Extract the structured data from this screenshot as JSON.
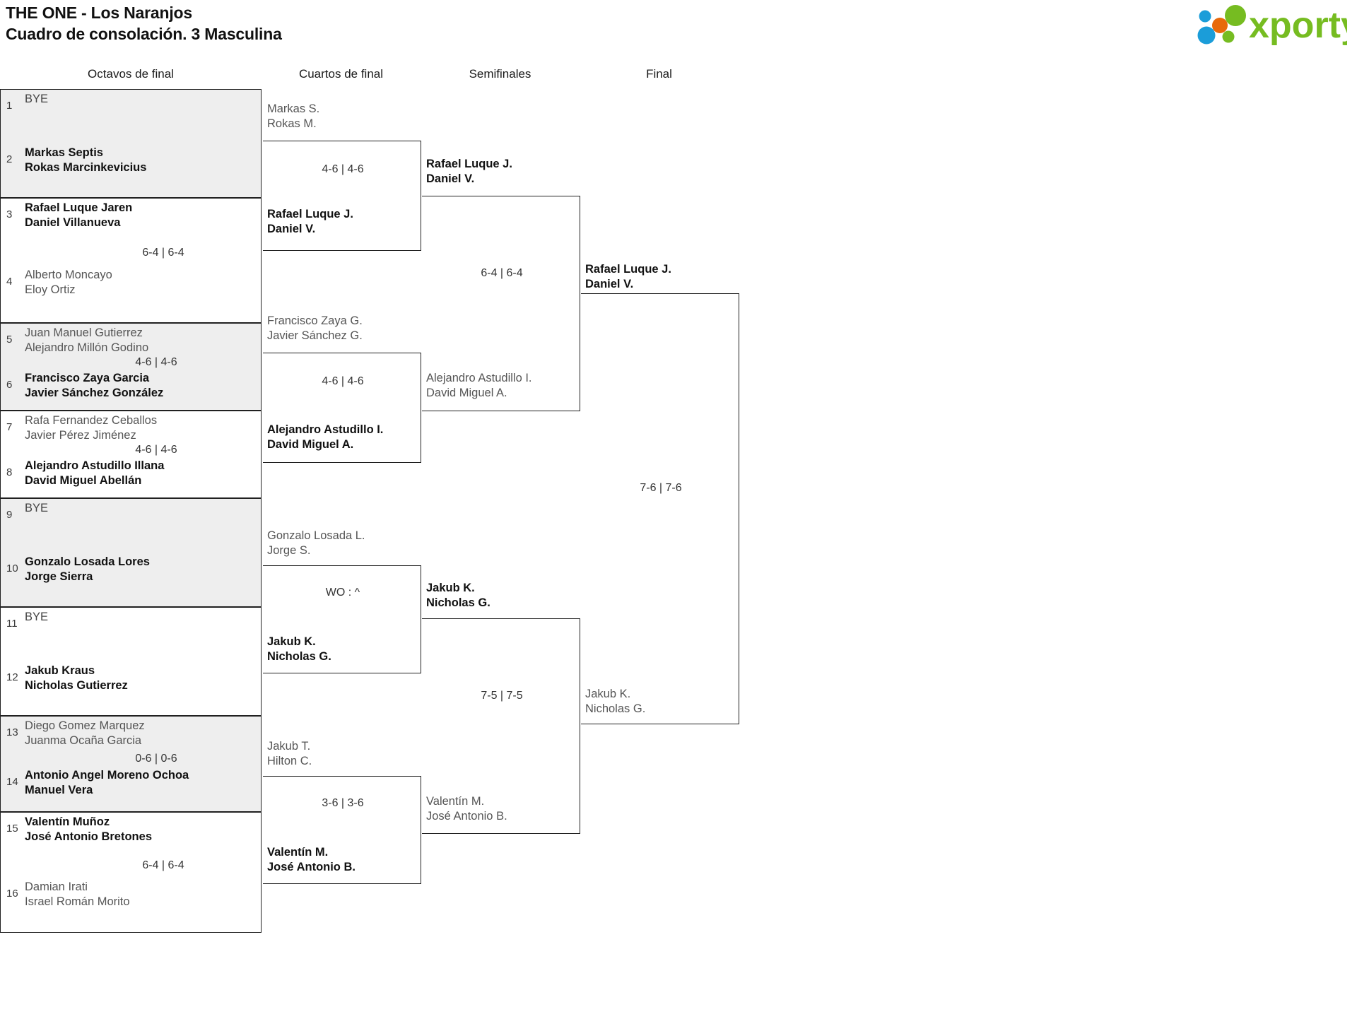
{
  "header": {
    "title_line1": "THE ONE - Los Naranjos",
    "title_line2": "Cuadro de consolación. 3 Masculina",
    "logo_text": "xporty",
    "logo_colors": {
      "green": "#76bc21",
      "blue": "#1b9dd9",
      "orange": "#e8690b"
    }
  },
  "rounds": [
    {
      "key": "r16",
      "label": "Octavos de final"
    },
    {
      "key": "qf",
      "label": "Cuartos de final"
    },
    {
      "key": "sf",
      "label": "Semifinales"
    },
    {
      "key": "f",
      "label": "Final"
    }
  ],
  "round1": {
    "matches": [
      {
        "shade": true,
        "top": {
          "seed": "1",
          "lines": [
            "BYE"
          ],
          "state": "bye"
        },
        "bottom": {
          "seed": "2",
          "lines": [
            "Markas Septis",
            "Rokas Marcinkevicius"
          ],
          "state": "win"
        },
        "score": ""
      },
      {
        "shade": false,
        "top": {
          "seed": "3",
          "lines": [
            "Rafael Luque Jaren",
            "Daniel Villanueva"
          ],
          "state": "win"
        },
        "bottom": {
          "seed": "4",
          "lines": [
            "Alberto Moncayo",
            "Eloy Ortiz"
          ],
          "state": "lose"
        },
        "score": "6-4 | 6-4"
      },
      {
        "shade": true,
        "top": {
          "seed": "5",
          "lines": [
            "Juan Manuel Gutierrez",
            "Alejandro Millón Godino"
          ],
          "state": "lose"
        },
        "bottom": {
          "seed": "6",
          "lines": [
            "Francisco Zaya Garcia",
            "Javier Sánchez González"
          ],
          "state": "win"
        },
        "score": "4-6 | 4-6"
      },
      {
        "shade": false,
        "top": {
          "seed": "7",
          "lines": [
            "Rafa Fernandez Ceballos",
            "Javier Pérez Jiménez"
          ],
          "state": "lose"
        },
        "bottom": {
          "seed": "8",
          "lines": [
            "Alejandro Astudillo Illana",
            "David Miguel Abellán"
          ],
          "state": "win"
        },
        "score": "4-6 | 4-6"
      },
      {
        "shade": true,
        "top": {
          "seed": "9",
          "lines": [
            "BYE"
          ],
          "state": "bye"
        },
        "bottom": {
          "seed": "10",
          "lines": [
            "Gonzalo Losada Lores",
            "Jorge Sierra"
          ],
          "state": "win"
        },
        "score": ""
      },
      {
        "shade": false,
        "top": {
          "seed": "11",
          "lines": [
            "BYE"
          ],
          "state": "bye"
        },
        "bottom": {
          "seed": "12",
          "lines": [
            "Jakub Kraus",
            "Nicholas Gutierrez"
          ],
          "state": "win"
        },
        "score": ""
      },
      {
        "shade": true,
        "top": {
          "seed": "13",
          "lines": [
            "Diego Gomez Marquez",
            "Juanma Ocaña Garcia"
          ],
          "state": "lose"
        },
        "bottom": {
          "seed": "14",
          "lines": [
            "Antonio Angel Moreno Ochoa",
            "Manuel Vera"
          ],
          "state": "win"
        },
        "score": "0-6 | 0-6"
      },
      {
        "shade": false,
        "top": {
          "seed": "15",
          "lines": [
            "Valentín Muñoz",
            "José Antonio Bretones"
          ],
          "state": "win"
        },
        "bottom": {
          "seed": "16",
          "lines": [
            "Damian Irati",
            "Israel Román Morito"
          ],
          "state": "lose"
        },
        "score": "6-4 | 6-4"
      }
    ]
  },
  "round2": {
    "matches": [
      {
        "top": {
          "lines": [
            "Markas S.",
            "Rokas M."
          ],
          "state": "lose"
        },
        "bottom": {
          "lines": [
            "Rafael Luque J.",
            "Daniel V."
          ],
          "state": "win"
        },
        "score": "4-6 | 4-6"
      },
      {
        "top": {
          "lines": [
            "Francisco Zaya G.",
            "Javier Sánchez G."
          ],
          "state": "lose"
        },
        "bottom": {
          "lines": [
            "Alejandro Astudillo I.",
            "David Miguel A."
          ],
          "state": "win"
        },
        "score": "4-6 | 4-6"
      },
      {
        "top": {
          "lines": [
            "Gonzalo Losada L.",
            "Jorge S."
          ],
          "state": "lose"
        },
        "bottom": {
          "lines": [
            "Jakub K.",
            "Nicholas G."
          ],
          "state": "win"
        },
        "score": "WO : ^"
      },
      {
        "top": {
          "lines": [
            "Jakub T.",
            "Hilton C."
          ],
          "state": "lose"
        },
        "bottom": {
          "lines": [
            "Valentín M.",
            "José Antonio B."
          ],
          "state": "win"
        },
        "score": "3-6 | 3-6"
      }
    ]
  },
  "round3": {
    "matches": [
      {
        "top": {
          "lines": [
            "Rafael Luque J.",
            "Daniel V."
          ],
          "state": "win"
        },
        "bottom": {
          "lines": [
            "Alejandro Astudillo I.",
            "David Miguel A."
          ],
          "state": "lose"
        },
        "score": "6-4 | 6-4"
      },
      {
        "top": {
          "lines": [
            "Jakub K.",
            "Nicholas G."
          ],
          "state": "win"
        },
        "bottom": {
          "lines": [
            "Valentín M.",
            "José Antonio B."
          ],
          "state": "lose"
        },
        "score": "7-5 | 7-5"
      }
    ]
  },
  "round4": {
    "matches": [
      {
        "top": {
          "lines": [
            "Rafael Luque J.",
            "Daniel V."
          ],
          "state": "win"
        },
        "bottom": {
          "lines": [
            "Jakub K.",
            "Nicholas G."
          ],
          "state": "lose"
        },
        "score": "7-6 | 7-6"
      }
    ]
  }
}
